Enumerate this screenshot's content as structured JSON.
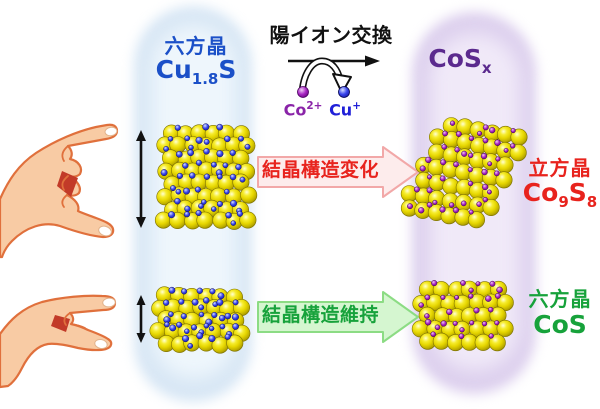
{
  "header": {
    "exchange_label": "陽イオン交換",
    "co_ion_main": "Co",
    "co_ion_sup": "2+",
    "cu_ion_main": "Cu",
    "cu_ion_sup": "+"
  },
  "left_column": {
    "phase": "六方晶",
    "formula_main": "Cu",
    "formula_sub": "1.8",
    "formula_tail": "S"
  },
  "right_column": {
    "formula_main": "CoS",
    "formula_sub": "x"
  },
  "process_top": {
    "arrow_label": "結晶構造変化",
    "product_phase": "立方晶",
    "product_p1": "Co",
    "product_s1": "9",
    "product_p2": "S",
    "product_s2": "8"
  },
  "process_bottom": {
    "arrow_label": "結晶構造維持",
    "product_phase": "六方晶",
    "product_formula": "CoS"
  },
  "icons": {
    "size_indicator": "double-headed-arrow",
    "reaction_arrow": "right-block-arrow",
    "exchange_arc": "curved-swap-arrow"
  },
  "colors": {
    "blue_text": "#1b50c8",
    "purple_text": "#5b2a8e",
    "black_text": "#111111",
    "red_text": "#e8231d",
    "green_text": "#17a23b",
    "cobalt_ion_text": "#8a24a8",
    "copper_ion_text": "#2020d8",
    "red_arrow_fill": "#fdecec",
    "red_arrow_border": "#f2a8a8",
    "green_arrow_fill": "#d5f6d0",
    "green_arrow_border": "#8cdc84",
    "left_glow": "#d8e7f5",
    "right_glow": "#ddd0ee",
    "sulfur_yellow": "#f0e000",
    "copper_ion_dot": "#2a2ae0",
    "cobalt_ion_dot": "#8a1f9e",
    "skin": "#f8cba4",
    "skin_outline": "#e0703c"
  }
}
